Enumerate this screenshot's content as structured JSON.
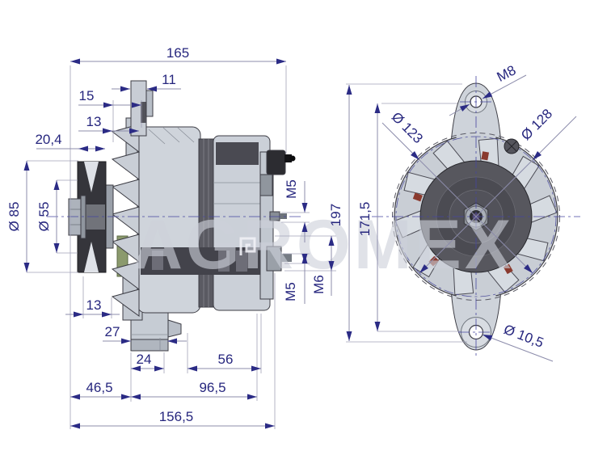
{
  "watermark": {
    "text": "AGROMEX"
  },
  "side_view": {
    "overall_width": "165",
    "lug_width": "11",
    "lug_offset": "15",
    "bracket_offset": "13",
    "pulley_width": "20,4",
    "pulley_diameter": "Ø 85",
    "hub_diameter": "Ø 55",
    "groove_offset": "13",
    "arm_width": "27",
    "foot_width": "24",
    "rear_length": "56",
    "front_length": "46,5",
    "body_length": "96,5",
    "mounting_length": "156,5",
    "terminal_top_thread": "M5",
    "terminal_bottom_thread": "M5",
    "output_terminal_thread": "M6"
  },
  "front_view": {
    "overall_height": "197",
    "hole_spacing": "171,5",
    "stator_diameter": "Ø 123",
    "housing_diameter": "Ø 128",
    "top_hole_thread": "M8",
    "bottom_hole_diameter": "Ø 10,5"
  }
}
